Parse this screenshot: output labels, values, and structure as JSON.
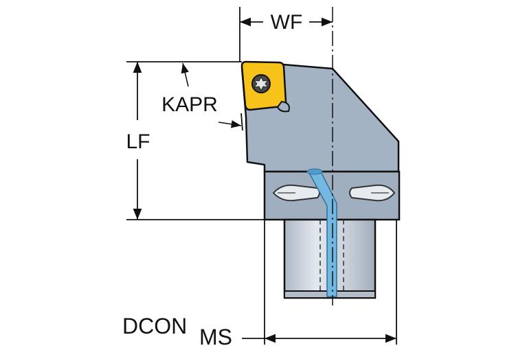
{
  "labels": {
    "wf": "WF",
    "kapr": "KAPR",
    "lf": "LF",
    "dcon": "DCON",
    "dcon_sub": "MS"
  },
  "colors": {
    "body": "#a4b3c3",
    "body_dark": "#8a98a8",
    "shank_light": "#dde3ea",
    "shank_mid": "#b9c3cf",
    "insert": "#f7c21a",
    "coolant": "#74b8e2",
    "line": "#111111"
  }
}
